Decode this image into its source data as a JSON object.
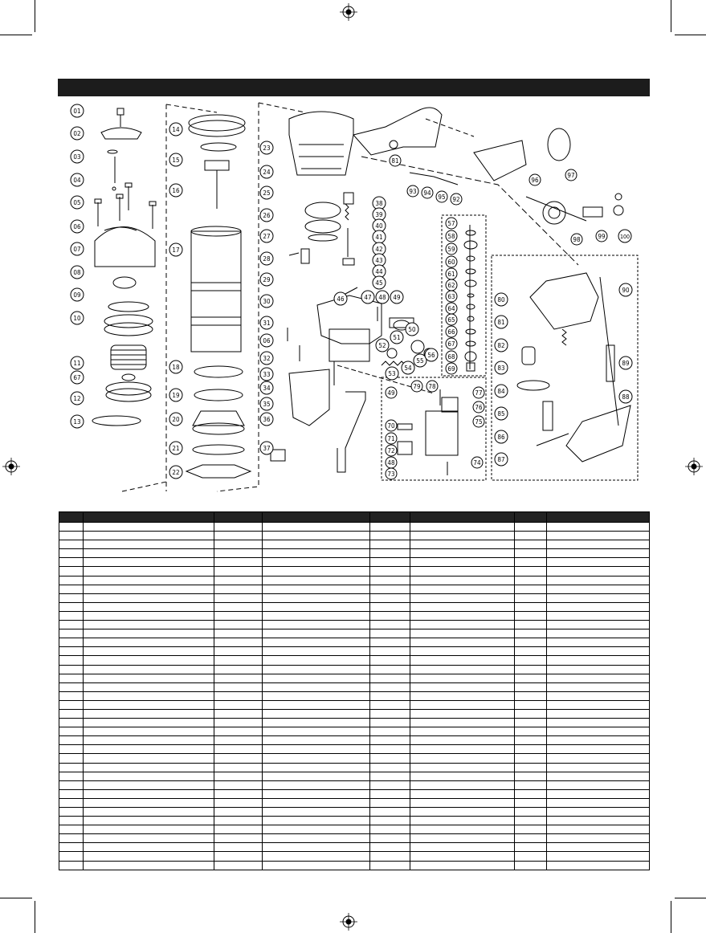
{
  "document": {
    "header_title": "",
    "table": {
      "columns": [
        "",
        "",
        "",
        "",
        "",
        "",
        "",
        "",
        "",
        "",
        "",
        ""
      ],
      "row_count": 38
    }
  },
  "callouts": {
    "left": [
      "01",
      "02",
      "03",
      "04",
      "05",
      "06",
      "07",
      "08",
      "09",
      "10",
      "11",
      "67",
      "12",
      "13"
    ],
    "column2": [
      "14",
      "15",
      "16",
      "17",
      "18",
      "19",
      "20",
      "21",
      "22"
    ],
    "center": [
      "23",
      "24",
      "25",
      "26",
      "27",
      "28",
      "29",
      "30",
      "31",
      "06",
      "32",
      "33",
      "34",
      "35",
      "36",
      "37"
    ],
    "valve": [
      "38",
      "39",
      "40",
      "41",
      "42",
      "43",
      "44",
      "45",
      "46",
      "47",
      "48",
      "49",
      "50",
      "51",
      "52",
      "53",
      "54",
      "55",
      "56"
    ],
    "stack": [
      "57",
      "58",
      "59",
      "60",
      "61",
      "62",
      "63",
      "64",
      "65",
      "66",
      "67",
      "68",
      "69"
    ],
    "magazine_inset": [
      "49",
      "79",
      "78",
      "77",
      "76",
      "75",
      "70",
      "71",
      "72",
      "48",
      "73",
      "74"
    ],
    "top_right": [
      "81",
      "93",
      "94",
      "95",
      "92",
      "96",
      "97",
      "98",
      "99",
      "100"
    ],
    "right_inset": [
      "80",
      "81",
      "82",
      "83",
      "84",
      "85",
      "86",
      "87",
      "88",
      "89",
      "90"
    ]
  }
}
